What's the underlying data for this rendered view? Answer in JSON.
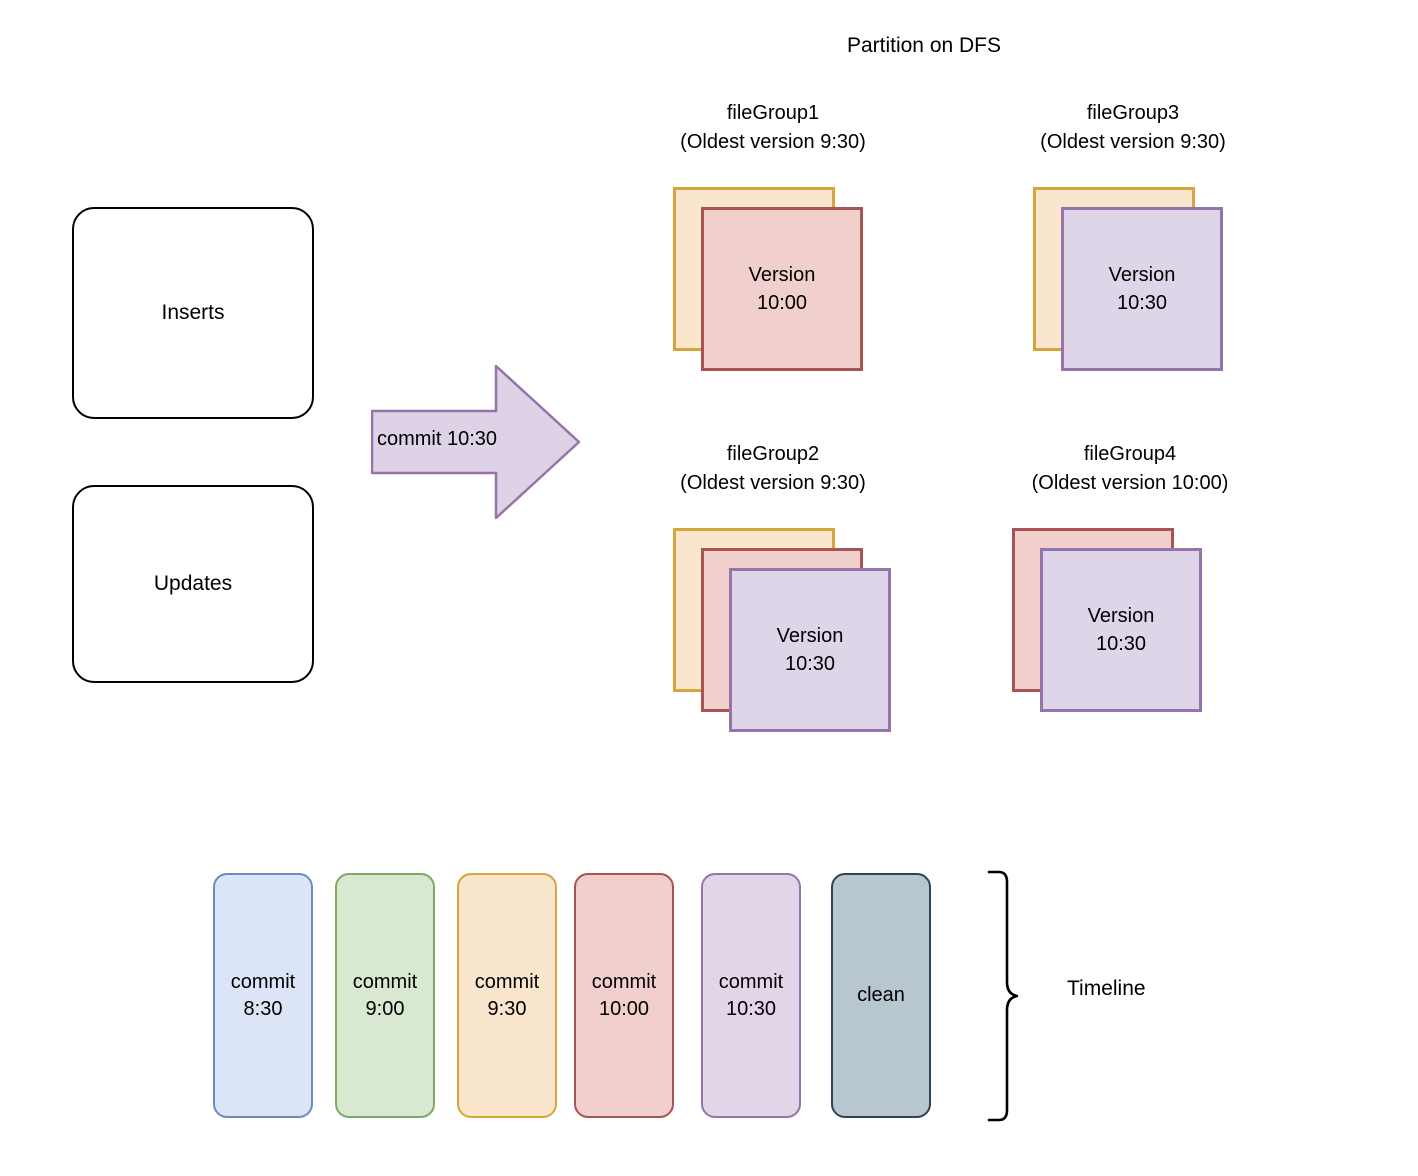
{
  "diagram": {
    "title": "Partition on DFS"
  },
  "sources": [
    {
      "label": "Inserts"
    },
    {
      "label": "Updates"
    }
  ],
  "arrow": {
    "label": "commit 10:30"
  },
  "file_groups": [
    {
      "name": "fileGroup1",
      "subtitle": "(Oldest version 9:30)",
      "cards": [
        {
          "color": "orange",
          "fill": "#fae5cd",
          "stroke": "#d6a53c",
          "label": ""
        },
        {
          "color": "red",
          "fill": "#f1cfcd",
          "stroke": "#a85452",
          "label": "Version\n10:00"
        }
      ]
    },
    {
      "name": "fileGroup3",
      "subtitle": "(Oldest version 9:30)",
      "cards": [
        {
          "color": "orange",
          "fill": "#fae5cd",
          "stroke": "#d6a53c",
          "label": ""
        },
        {
          "color": "purple",
          "fill": "#ded5e8",
          "stroke": "#9574ab",
          "label": "Version\n10:30"
        }
      ]
    },
    {
      "name": "fileGroup2",
      "subtitle": "(Oldest version 9:30)",
      "cards": [
        {
          "color": "orange",
          "fill": "#fae5cd",
          "stroke": "#d6a53c",
          "label": ""
        },
        {
          "color": "red",
          "fill": "#f1cfcd",
          "stroke": "#a85452",
          "label": ""
        },
        {
          "color": "purple",
          "fill": "#ded5e8",
          "stroke": "#9574ab",
          "label": "Version\n10:30"
        }
      ]
    },
    {
      "name": "fileGroup4",
      "subtitle": "(Oldest version 10:00)",
      "cards": [
        {
          "color": "red",
          "fill": "#f1cfcd",
          "stroke": "#a85452",
          "label": ""
        },
        {
          "color": "purple",
          "fill": "#ded5e8",
          "stroke": "#9574ab",
          "label": "Version\n10:30"
        }
      ]
    }
  ],
  "timeline": {
    "label": "Timeline",
    "bars": [
      {
        "label": "commit\n8:30",
        "fill": "#dce5f7",
        "stroke": "#6b8cc1"
      },
      {
        "label": "commit\n9:00",
        "fill": "#d9e8d0",
        "stroke": "#7fa867"
      },
      {
        "label": "commit\n9:30",
        "fill": "#fae5cd",
        "stroke": "#d6a53c"
      },
      {
        "label": "commit\n10:00",
        "fill": "#f1cfcd",
        "stroke": "#a85452"
      },
      {
        "label": "commit\n10:30",
        "fill": "#e2d5e8",
        "stroke": "#9574ab"
      },
      {
        "label": "clean",
        "fill": "#b8c6d0",
        "stroke": "#2e4456"
      }
    ]
  },
  "colors": {
    "orange_fill": "#fae5cd",
    "orange_stroke": "#d6a53c",
    "red_fill": "#f1cfcd",
    "red_stroke": "#a85452",
    "purple_fill": "#ded5e8",
    "purple_stroke": "#9574ab",
    "arrow_fill": "#ddd2e6",
    "arrow_stroke": "#9574ab",
    "outline": "#000000"
  }
}
